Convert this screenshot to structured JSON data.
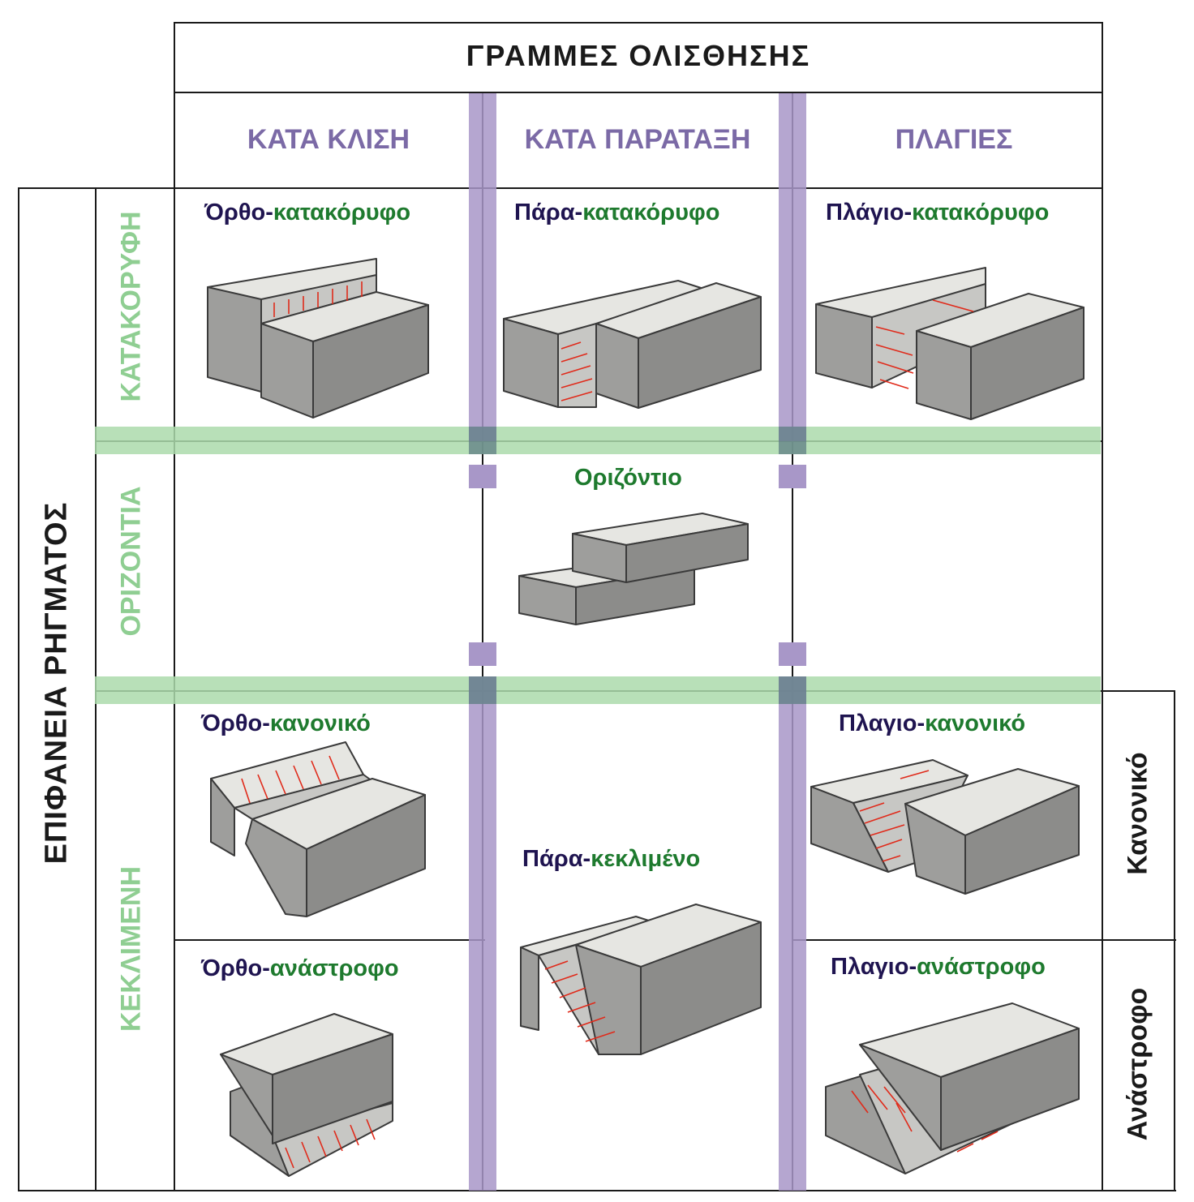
{
  "header": {
    "title": "ΓΡΑΜΜΕΣ ΟΛΙΣΘΗΣΗΣ",
    "columns": [
      "ΚΑΤΑ ΚΛΙΣΗ",
      "ΚΑΤΑ ΠΑΡΑΤΑΞΗ",
      "ΠΛΑΓΙΕΣ"
    ]
  },
  "left_axis": {
    "title": "ΕΠΙΦΑΝΕΙΑ ΡΗΓΜΑΤΟΣ",
    "rows": [
      "ΚΑΤΑΚΟΡΥΦΗ",
      "ΟΡΙΖΟΝΤΙΑ",
      "ΚΕΚΛΙΜΕΝΗ"
    ]
  },
  "right_axis": {
    "rows": [
      "Κανονικό",
      "Ανάστροφο"
    ]
  },
  "cells": {
    "ortho_vertical": {
      "prefix": "Όρθο-",
      "suffix": "κατακόρυφο"
    },
    "para_vertical": {
      "prefix": "Πάρα-",
      "suffix": "κατακόρυφο"
    },
    "plagio_vertical": {
      "prefix": "Πλάγιο-",
      "suffix": "κατακόρυφο"
    },
    "horizontal": {
      "prefix": "",
      "suffix": "Οριζόντιο"
    },
    "ortho_normal": {
      "prefix": "Όρθο-",
      "suffix": "κανονικό"
    },
    "para_inclined": {
      "prefix": "Πάρα-",
      "suffix": "κεκλιμένο"
    },
    "plagio_normal": {
      "prefix": "Πλαγιο-",
      "suffix": "κανονικό"
    },
    "ortho_reverse": {
      "prefix": "Όρθο-",
      "suffix": "ανάστροφο"
    },
    "plagio_reverse": {
      "prefix": "Πλαγιο-",
      "suffix": "ανάστροφο"
    }
  },
  "colors": {
    "prefix_text": "#1f1450",
    "suffix_text": "#1e7a2e",
    "column_header_text": "#7b6aa6",
    "row_label_text": "#8fce92",
    "purple_band": "#a897c8",
    "green_band": "#acdbab",
    "block_top": "#e6e6e2",
    "block_front": "#9e9e9c",
    "block_side": "#8c8c8a",
    "fault_plane": "#c7c7c4",
    "slip_lines": "#e02a1a"
  },
  "icons": {
    "block_icons": [
      "fault-block-icon"
    ]
  }
}
